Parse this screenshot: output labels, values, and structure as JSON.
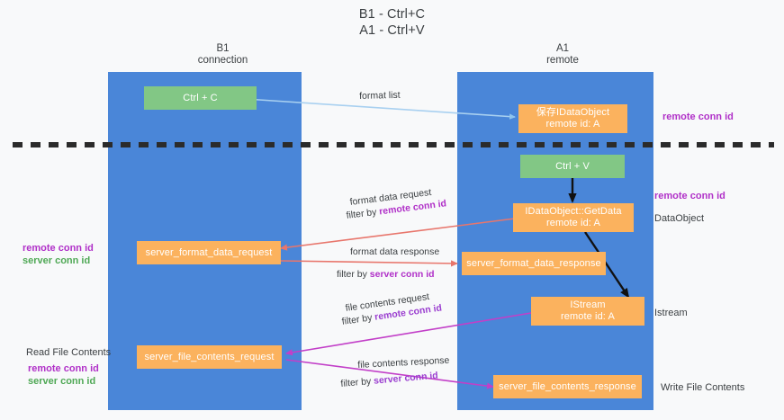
{
  "title": {
    "line1": "B1 - Ctrl+C",
    "line2": "A1 - Ctrl+V"
  },
  "columns": [
    {
      "name": "B1",
      "sub": "connection",
      "color": "#4a86d8"
    },
    {
      "name": "A1",
      "sub": "remote",
      "color": "#4a86d8"
    }
  ],
  "nodes": {
    "ctrl_c": {
      "label": "Ctrl + C",
      "color": "#82c785"
    },
    "save_idataobject": {
      "line1": "保存IDataObject",
      "line2": "remote id: A",
      "color": "#fbb25e"
    },
    "ctrl_v": {
      "label": "Ctrl + V",
      "color": "#82c785"
    },
    "getdata": {
      "line1": "IDataObject::GetData",
      "line2": "remote id: A",
      "color": "#fbb25e"
    },
    "server_format_data_request": {
      "label": "server_format_data_request",
      "color": "#fbb25e"
    },
    "server_format_data_response": {
      "label": "server_format_data_response",
      "color": "#fbb25e"
    },
    "istream": {
      "line1": "IStream",
      "line2": "remote id: A",
      "color": "#fbb25e"
    },
    "server_file_contents_request": {
      "label": "server_file_contents_request",
      "color": "#fbb25e"
    },
    "server_file_contents_response": {
      "label": "server_file_contents_response",
      "color": "#fbb25e"
    }
  },
  "edge_labels": {
    "format_list": "format list",
    "format_data_request": "format data request",
    "format_data_request_filter_prefix": "filter by ",
    "format_data_request_filter_key": "remote conn id",
    "format_data_response": "format data response",
    "format_data_response_filter_prefix": "filter by ",
    "format_data_response_filter_key": "server conn id",
    "file_contents_request": "file contents request",
    "file_contents_request_filter_prefix": "filter by ",
    "file_contents_request_filter_key": "remote conn id",
    "file_contents_response": "file contents response",
    "file_contents_response_filter_prefix": "filter by ",
    "file_contents_response_filter_key": "server conn id"
  },
  "right_labels": {
    "remote_conn_id_top": "remote conn id",
    "remote_conn_id_mid": "remote conn id",
    "dataobject": "DataObject",
    "istream": "Istream",
    "write_file_contents": "Write File Contents"
  },
  "left_labels": {
    "remote_conn_id_mid": "remote conn id",
    "server_conn_id_mid": "server conn id",
    "read_file_contents": "Read File Contents",
    "remote_conn_id_bottom": "remote conn id",
    "server_conn_id_bottom": "server conn id"
  },
  "colors": {
    "column_blue": "#4a86d8",
    "node_green": "#82c785",
    "node_orange": "#fbb25e",
    "purple": "#b030c8",
    "green_text": "#4fa855",
    "arrow_lightblue": "#a8d0f0",
    "arrow_red": "#e8766c",
    "arrow_magenta": "#c23fc8",
    "arrow_black": "#111111",
    "divider_dashed": "#2b2b2b"
  }
}
